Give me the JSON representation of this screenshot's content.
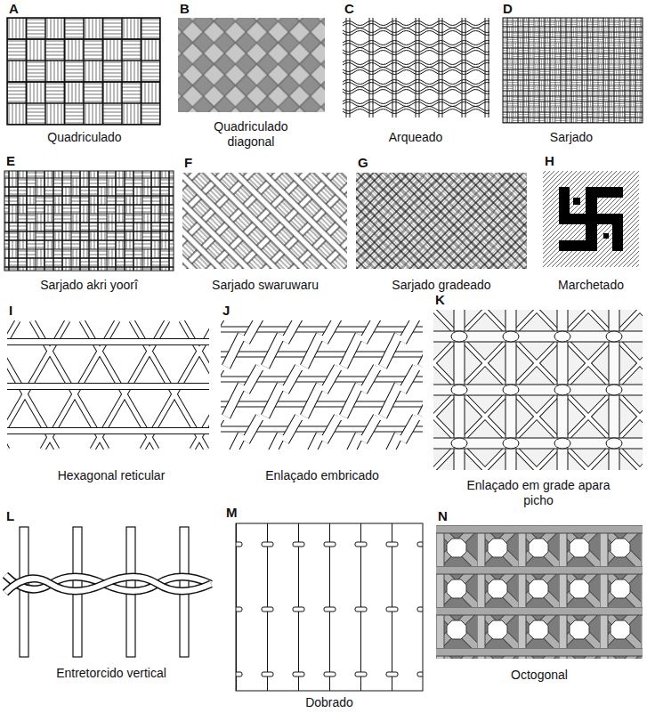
{
  "diagram": {
    "labels": [
      "A",
      "Quadriculado",
      "B",
      "Quadriculado diagonal",
      "C",
      "Arqueado",
      "D",
      "Sarjado",
      "E",
      "Sarjado akri yoorî",
      "F",
      "Sarjado swaruwaru",
      "G",
      "Sarjado gradeado",
      "H",
      "Marchetado",
      "I",
      "Hexagonal reticular",
      "J",
      "Enlaçado embricado",
      "K",
      "Enlaçado em grade apara picho",
      "L",
      "Entretorcido vertical",
      "M",
      "Dobrado",
      "N",
      "Octogonal"
    ]
  }
}
